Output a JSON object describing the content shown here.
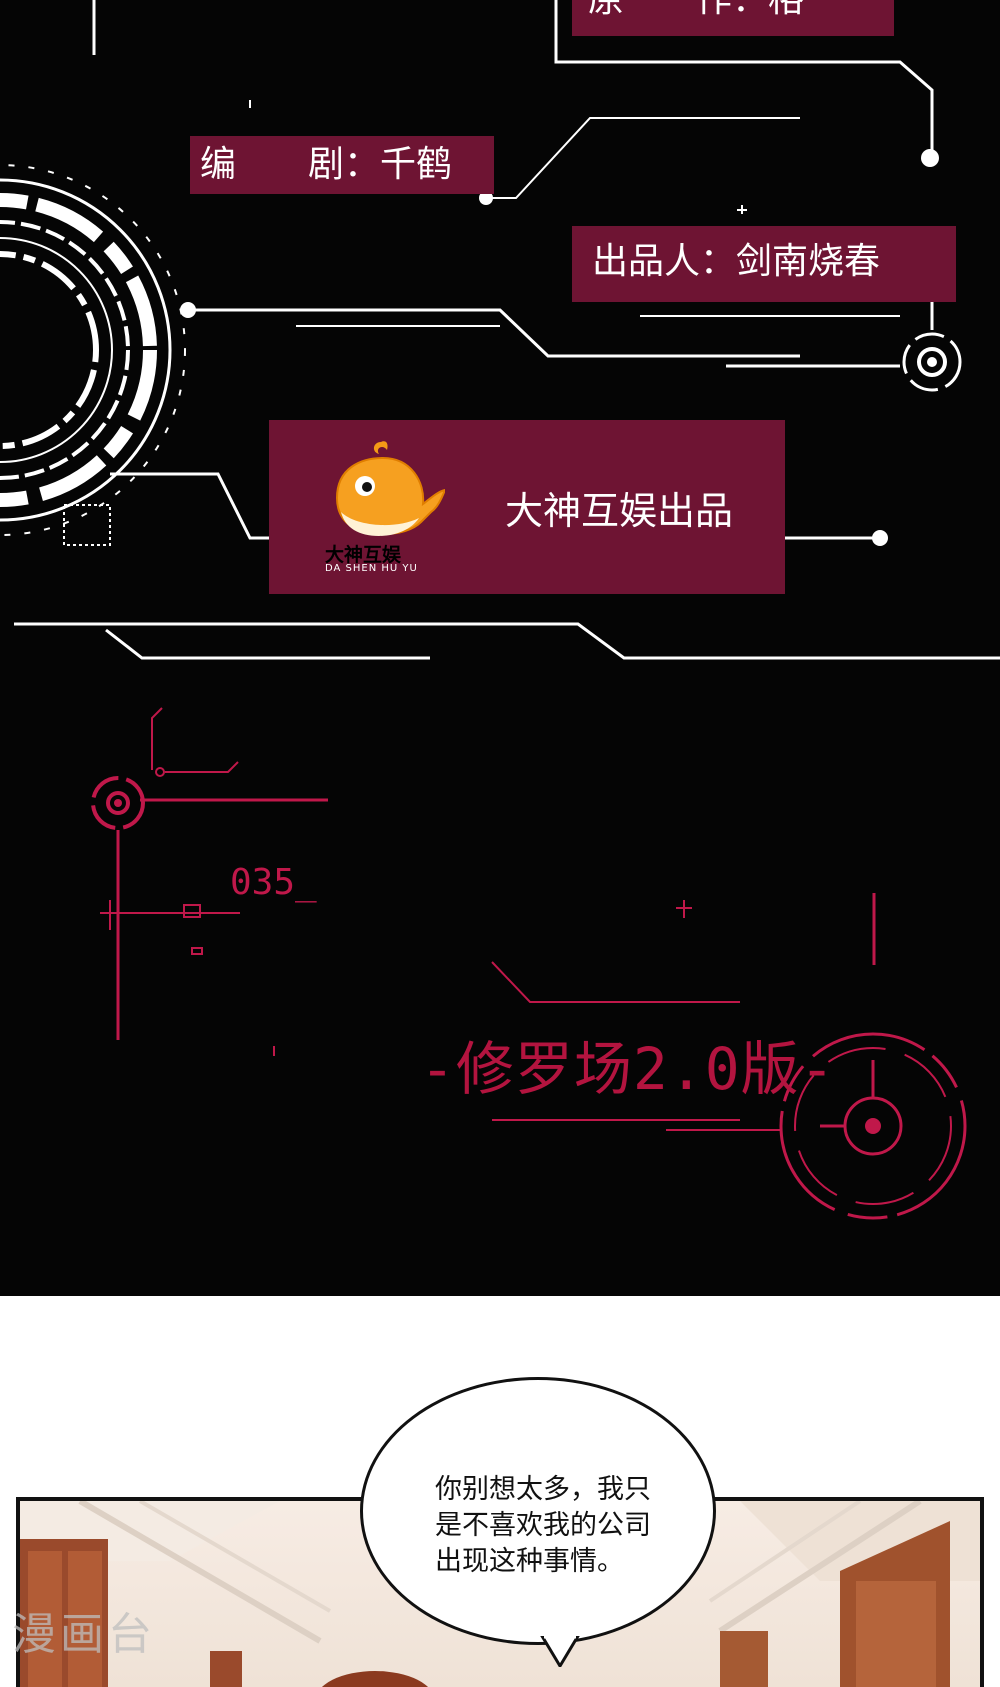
{
  "credits": {
    "original": "原　　作：格",
    "writer": "编　　剧：千鹤",
    "producer": "出品人：剑南烧春"
  },
  "banner": {
    "text": "大神互娱出品",
    "logo_cn": "大神互娱",
    "logo_en": "DA SHEN HU YU"
  },
  "chapter": {
    "number": "035_",
    "title": "-修罗场2.0版-"
  },
  "speech_bubble": {
    "lines": [
      "你别想太多，我只",
      "是不喜欢我的公司",
      "出现这种事情。"
    ]
  },
  "watermark": "漫画台",
  "colors": {
    "background": "#050505",
    "credit_box": "#6e1433",
    "accent_red": "#c0184a",
    "line_white": "#ffffff"
  }
}
